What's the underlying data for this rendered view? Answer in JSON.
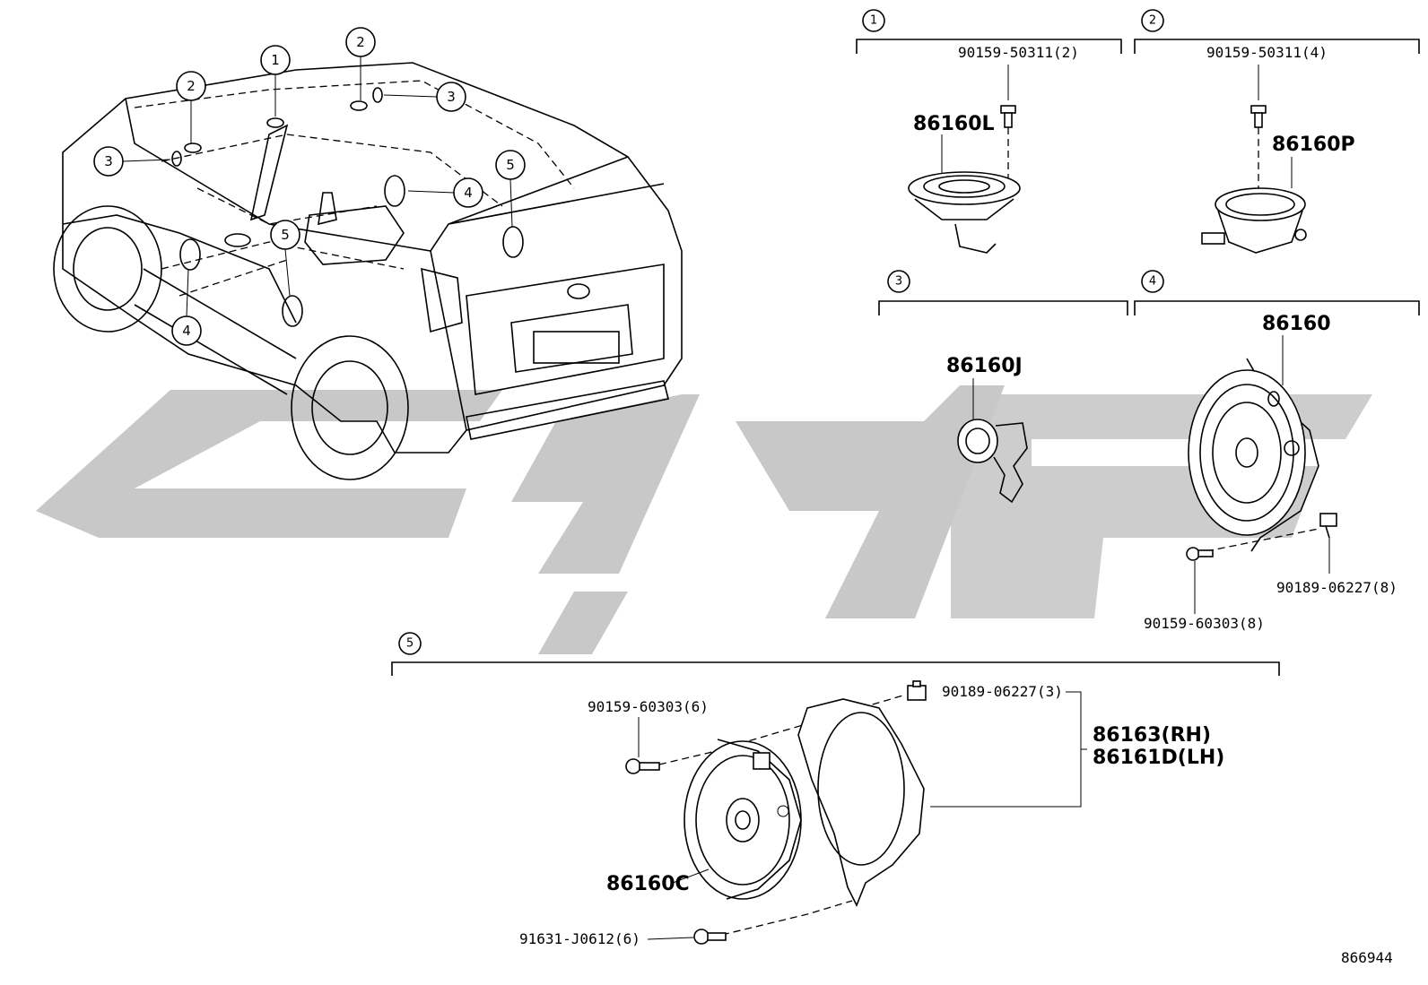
{
  "diagram_id": "866944",
  "watermark_color": "#c8c8c8",
  "callouts": [
    "1",
    "2",
    "3",
    "4",
    "5"
  ],
  "sections": {
    "s1": {
      "number": "1",
      "bolt": "90159-50311(2)",
      "part": "86160L"
    },
    "s2": {
      "number": "2",
      "bolt": "90159-50311(4)",
      "part": "86160P"
    },
    "s3": {
      "number": "3",
      "part": "86160J"
    },
    "s4": {
      "number": "4",
      "part": "86160",
      "clip": "90189-06227(8)",
      "bolt": "90159-60303(8)"
    },
    "s5": {
      "number": "5",
      "bolt": "90159-60303(6)",
      "clip": "90189-06227(3)",
      "part_rh": "86163(RH)",
      "part_lh": "86161D(LH)",
      "speaker": "86160C",
      "screw": "91631-J0612(6)"
    }
  }
}
